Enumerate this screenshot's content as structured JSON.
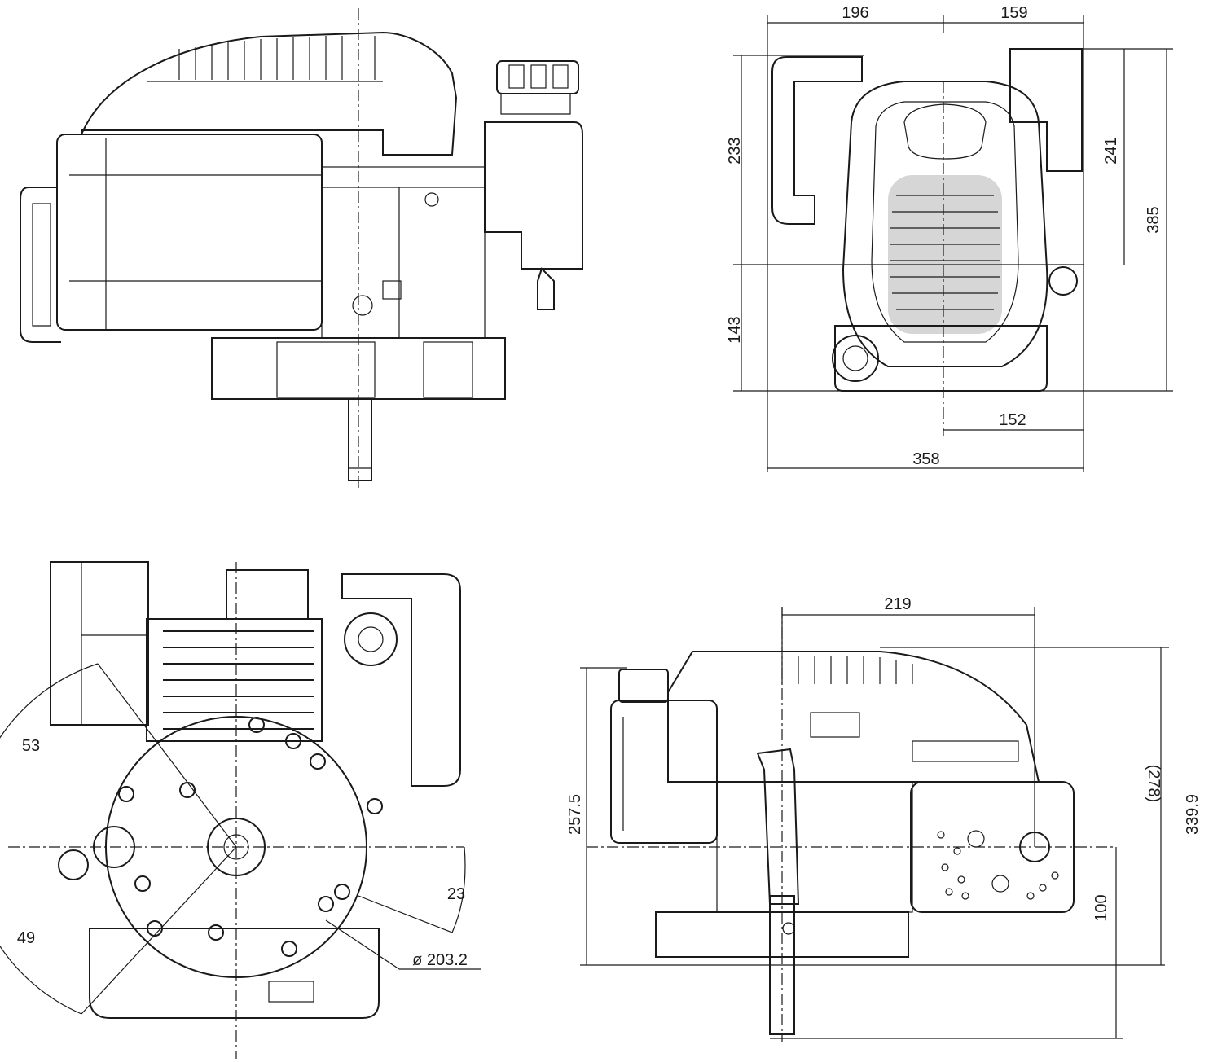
{
  "dimensions": {
    "top_right": {
      "width_left": "196",
      "width_right": "159",
      "height_top": "233",
      "height_bottom": "143",
      "height_mid": "241",
      "height_total": "385",
      "offset_bottom": "152",
      "overall_width": "358"
    },
    "bottom_left": {
      "angle_top": "53",
      "angle_bottom": "49",
      "offset": "23",
      "diameter": "ø 203.2"
    },
    "bottom_right": {
      "width": "219",
      "height_left": "257.5",
      "height_ref": "(278)",
      "height_total": "339.9",
      "height_shaft": "100"
    }
  },
  "icons": [
    "engine-side-view",
    "engine-rear-view",
    "engine-top-view",
    "engine-front-view"
  ]
}
